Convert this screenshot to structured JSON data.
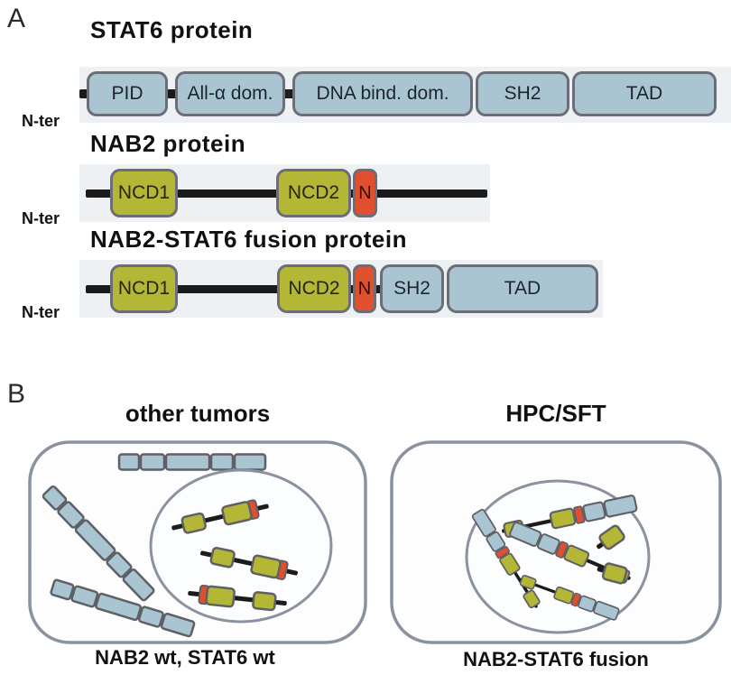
{
  "panel_a": {
    "label": "A",
    "nter_label": "N-ter",
    "stat6": {
      "title": "STAT6 protein",
      "domains": [
        "PID",
        "All-α dom.",
        "DNA bind. dom.",
        "SH2",
        "TAD"
      ]
    },
    "nab2": {
      "title": "NAB2 protein",
      "domains": [
        "NCD1",
        "NCD2",
        "N"
      ]
    },
    "fusion": {
      "title": "NAB2-STAT6 fusion protein",
      "domains": [
        "NCD1",
        "NCD2",
        "N",
        "SH2",
        "TAD"
      ]
    }
  },
  "panel_b": {
    "label": "B",
    "left_cell": {
      "title": "other tumors",
      "caption": "NAB2 wt, STAT6 wt"
    },
    "right_cell": {
      "title": "HPC/SFT",
      "caption": "NAB2-STAT6 fusion"
    }
  },
  "colors": {
    "stat6_domain_fill": "#a9c5d2",
    "nab2_domain_fill": "#b4b735",
    "n_domain_fill": "#e0502e",
    "domain_outline": "#6d6d78",
    "backbone_line": "#1b1b1b",
    "cell_outline": "#8a92a0",
    "row_strip_bg": "#eef1f4"
  }
}
